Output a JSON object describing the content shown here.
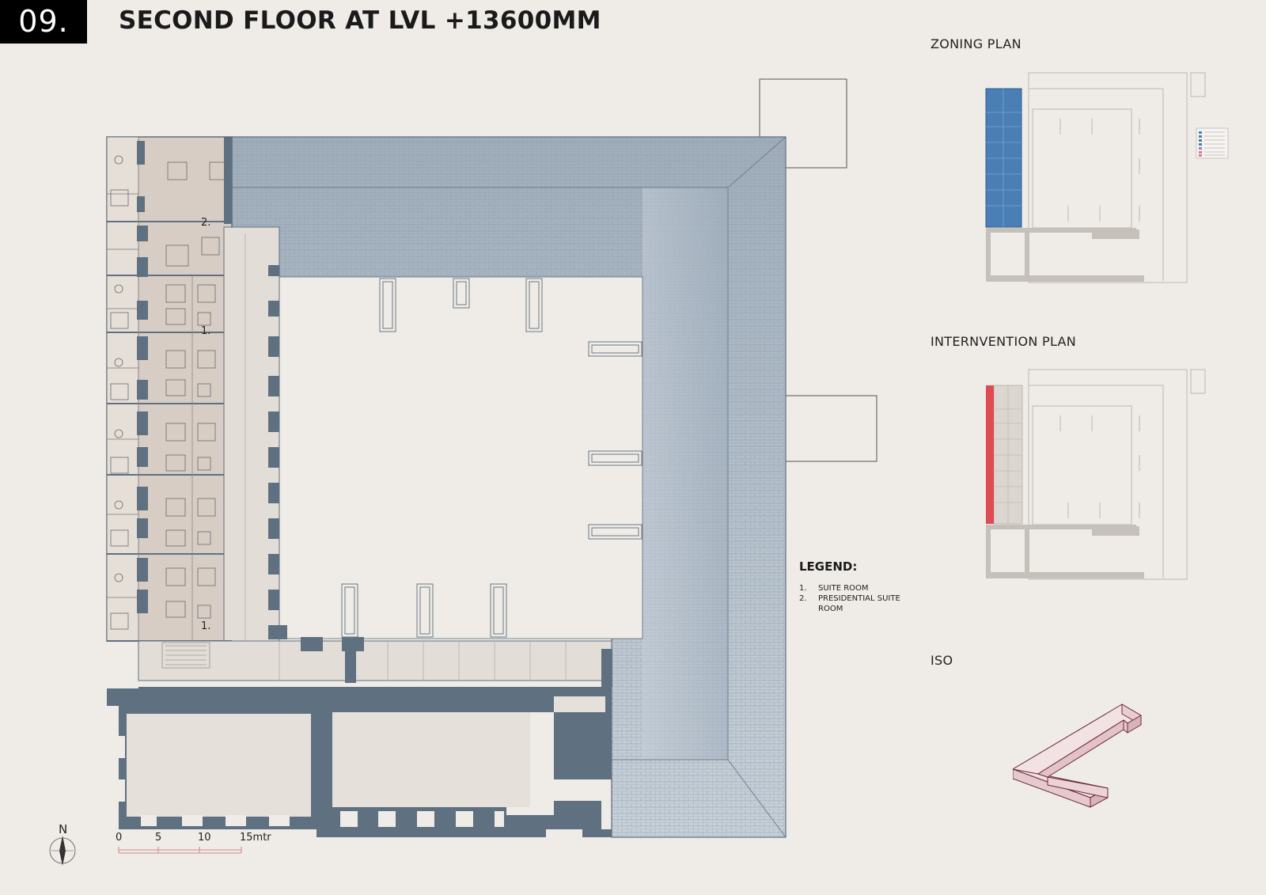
{
  "sheet": {
    "number": "09.",
    "title": "SECOND FLOOR AT LVL +13600MM"
  },
  "side_panel": {
    "zoning_title": "ZONING PLAN",
    "intervention_title": "INTERNVENTION PLAN",
    "iso_title": "ISO"
  },
  "legend": {
    "title": "LEGEND:",
    "items": [
      {
        "num": "1.",
        "label": "SUITE ROOM"
      },
      {
        "num": "2.",
        "label": "PRESIDENTIAL SUITE ROOM"
      }
    ]
  },
  "plan_labels": {
    "suite_top": "1.",
    "suite_bottom": "1.",
    "presidential": "2."
  },
  "scale": {
    "ticks": [
      "0",
      "5",
      "10",
      "15mtr"
    ]
  },
  "north": {
    "label": "N"
  },
  "colors": {
    "background": "#efebe6",
    "wall": "#5f7080",
    "roof": "#a9b6c2",
    "room_fill": "#d8cdc4",
    "corridor": "#e3ddd7",
    "zoning_blue": "#4a7fb5",
    "intervention_red": "#e04a52",
    "iso_fill": "#efd9dc",
    "iso_edge": "#6a2a36"
  },
  "icons": [
    "north-arrow-icon"
  ]
}
